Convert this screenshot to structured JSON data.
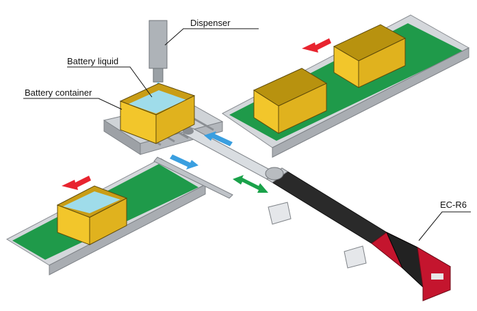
{
  "labels": {
    "dispenser": "Dispenser",
    "battery_liquid": "Battery liquid",
    "battery_container": "Battery container",
    "actuator": "EC-R6"
  },
  "colors": {
    "conveyor_belt": "#1f9a4a",
    "conveyor_frame": "#bfc3c8",
    "container": "#f2c62b",
    "liquid": "#9fdcea",
    "motor_red": "#c4152e",
    "motor_black": "#222222",
    "arrow_red": "#e8242f",
    "arrow_blue": "#3a9fe0",
    "arrow_green": "#1aa24a"
  },
  "icons": {
    "left_arrow": "red-left-arrow",
    "push_arrow": "blue-double-arrow",
    "stroke_arrow": "green-double-arrow"
  }
}
